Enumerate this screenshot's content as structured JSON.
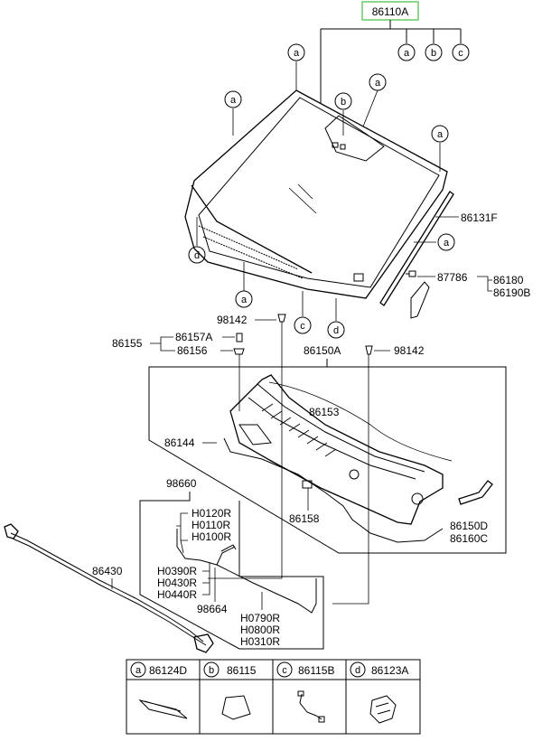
{
  "highlight_color": "#66cc66",
  "parts": {
    "p86110A": "86110A",
    "p86131F": "86131F",
    "p87786": "87786",
    "p86180": "86180",
    "p86190B": "86190B",
    "p98142a": "98142",
    "p86157A": "86157A",
    "p86155": "86155",
    "p86156": "86156",
    "p86150A": "86150A",
    "p98142b": "98142",
    "p86153": "86153",
    "p86144": "86144",
    "p86158": "86158",
    "p86150D": "86150D",
    "p86160C": "86160C",
    "p98660": "98660",
    "p86430": "86430",
    "pH0120R": "H0120R",
    "pH0110R": "H0110R",
    "pH0100R": "H0100R",
    "pH0390R": "H0390R",
    "pH0430R": "H0430R",
    "pH0440R": "H0440R",
    "p98664": "98664",
    "pH0790R": "H0790R",
    "pH0800R": "H0800R",
    "pH0310R": "H0310R"
  },
  "markers": {
    "a": "a",
    "b": "b",
    "c": "c",
    "d": "d"
  },
  "legend": [
    {
      "letter": "a",
      "part": "86124D"
    },
    {
      "letter": "b",
      "part": "86115"
    },
    {
      "letter": "c",
      "part": "86115B"
    },
    {
      "letter": "d",
      "part": "86123A"
    }
  ]
}
